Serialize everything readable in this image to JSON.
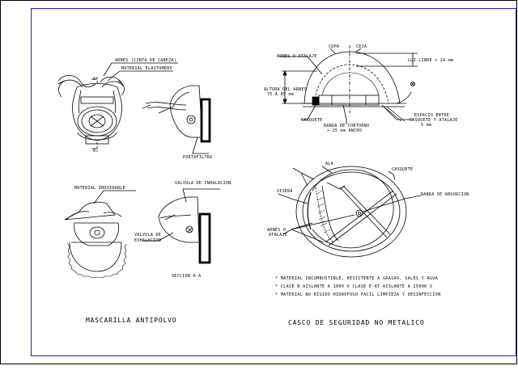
{
  "drawing": {
    "frame_color": "#2222aa",
    "ink_color": "#000000",
    "left_part": {
      "title": "MASCARILLA ANTIPOLVO",
      "labels": {
        "arnes": "ARNES (CINTA DE CABEZA)",
        "material_elastomero": "MATERIAL ELASTOMERO",
        "portafiltro": "PORTAFILTRO",
        "material_inoxidable": "MATERIAL INOXIDABLE",
        "valvula_inhalacion": "VALVULA DE INHALACION",
        "valvula_exhalacion_1": "VALVULA DE",
        "valvula_exhalacion_2": "EXHALACION",
        "seccion": "SECCION A-A",
        "corte_a_top": "A",
        "corte_a_bottom": "A"
      }
    },
    "right_part": {
      "title": "CASCO DE SEGURIDAD NO METALICO",
      "labels": {
        "copa": "COPA",
        "ceja": "CEJA",
        "arnes_atalaje": "ARNES O ATALAJE",
        "luz_libre": "LUZ LIBRE > 24 mm",
        "altura_arnes_1": "ALTURA DEL ARNES",
        "altura_arnes_2": "75 A 85 mm",
        "casquete": "CASQUETE",
        "banda_contorno_1": "BANDA DE CONTORNO",
        "banda_contorno_2": "> 25 mm ANCHO",
        "espacio_1": "ESPACIO ENTRE",
        "espacio_2": "CASQUETE Y ATALAJE",
        "espacio_3": "5 mm",
        "ala": "ALA",
        "casquete_top": "CASQUETE",
        "visera": "VISERA",
        "banda_absorcion": "BANDA DE ABSORCION",
        "arnes_atalaje_2_1": "ARNES O",
        "arnes_atalaje_2_2": "ATALAJE"
      },
      "notes": [
        "* MATERIAL INCOMBUSTIBLE, RESISTENTE A GRASAS, SALES Y AGUA",
        "* CLASE N AISLANTE A 1000 V CLASE E-AT AISLANTE A 25000 V",
        "* MATERIAL NO RIGIDO HIDROFUGO FACIL LIMPIEZA Y DESINFECCION"
      ]
    }
  }
}
